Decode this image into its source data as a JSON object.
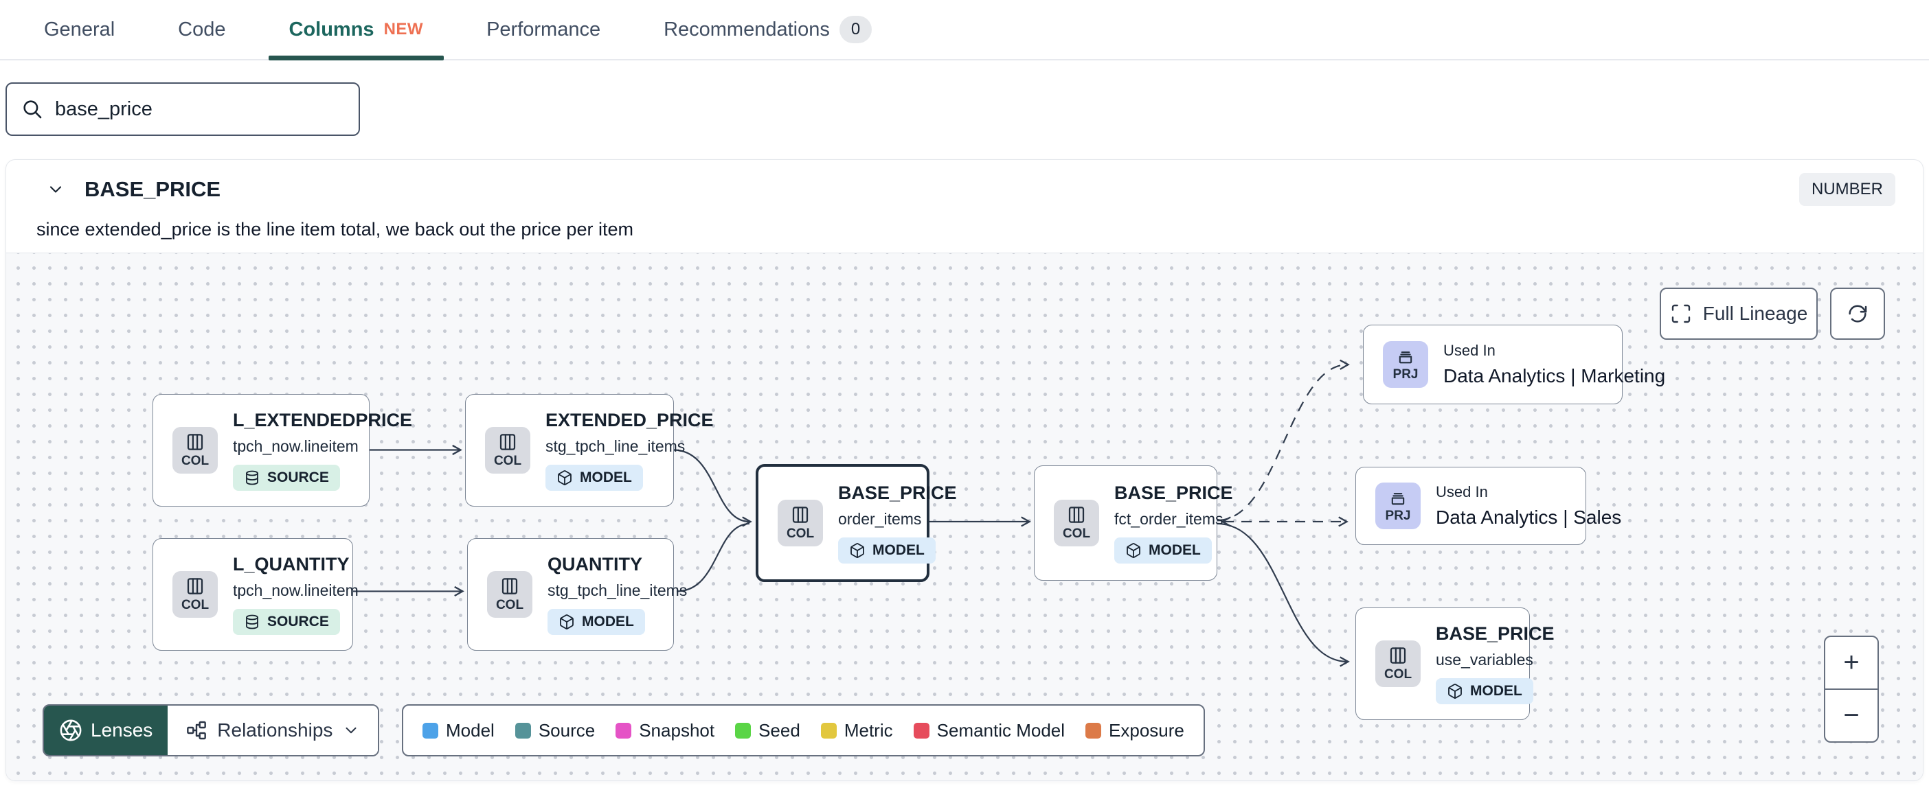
{
  "tabs": {
    "items": [
      {
        "label": "General"
      },
      {
        "label": "Code"
      },
      {
        "label": "Columns",
        "badge": "NEW"
      },
      {
        "label": "Performance"
      },
      {
        "label": "Recommendations",
        "count": "0"
      }
    ]
  },
  "search": {
    "value": "base_price"
  },
  "column": {
    "name": "BASE_PRICE",
    "type": "NUMBER",
    "description": "since extended_price is the line item total, we back out the price per item"
  },
  "lineage": {
    "full_lineage_label": "Full Lineage",
    "lenses_label": "Lenses",
    "relationships_label": "Relationships",
    "zoom_in": "+",
    "zoom_out": "−",
    "nodes": [
      {
        "kind": "COL",
        "title": "L_EXTENDEDPRICE",
        "subtitle": "tpch_now.lineitem",
        "badge": "SOURCE"
      },
      {
        "kind": "COL",
        "title": "EXTENDED_PRICE",
        "subtitle": "stg_tpch_line_items",
        "badge": "MODEL"
      },
      {
        "kind": "COL",
        "title": "L_QUANTITY",
        "subtitle": "tpch_now.lineitem",
        "badge": "SOURCE"
      },
      {
        "kind": "COL",
        "title": "QUANTITY",
        "subtitle": "stg_tpch_line_items",
        "badge": "MODEL"
      },
      {
        "kind": "COL",
        "title": "BASE_PRICE",
        "subtitle": "order_items",
        "badge": "MODEL",
        "selected": true
      },
      {
        "kind": "COL",
        "title": "BASE_PRICE",
        "subtitle": "fct_order_items",
        "badge": "MODEL"
      },
      {
        "kind": "PRJ",
        "title": "Used In",
        "subtitle": "Data Analytics | Marketing"
      },
      {
        "kind": "PRJ",
        "title": "Used In",
        "subtitle": "Data Analytics | Sales"
      },
      {
        "kind": "COL",
        "title": "BASE_PRICE",
        "subtitle": "use_variables",
        "badge": "MODEL"
      }
    ],
    "legend": [
      {
        "label": "Model",
        "color": "#4da2e8"
      },
      {
        "label": "Source",
        "color": "#569399"
      },
      {
        "label": "Snapshot",
        "color": "#e553c6"
      },
      {
        "label": "Seed",
        "color": "#5ad546"
      },
      {
        "label": "Metric",
        "color": "#e2c73e"
      },
      {
        "label": "Semantic Model",
        "color": "#e64c5c"
      },
      {
        "label": "Exposure",
        "color": "#dc7a48"
      }
    ]
  }
}
